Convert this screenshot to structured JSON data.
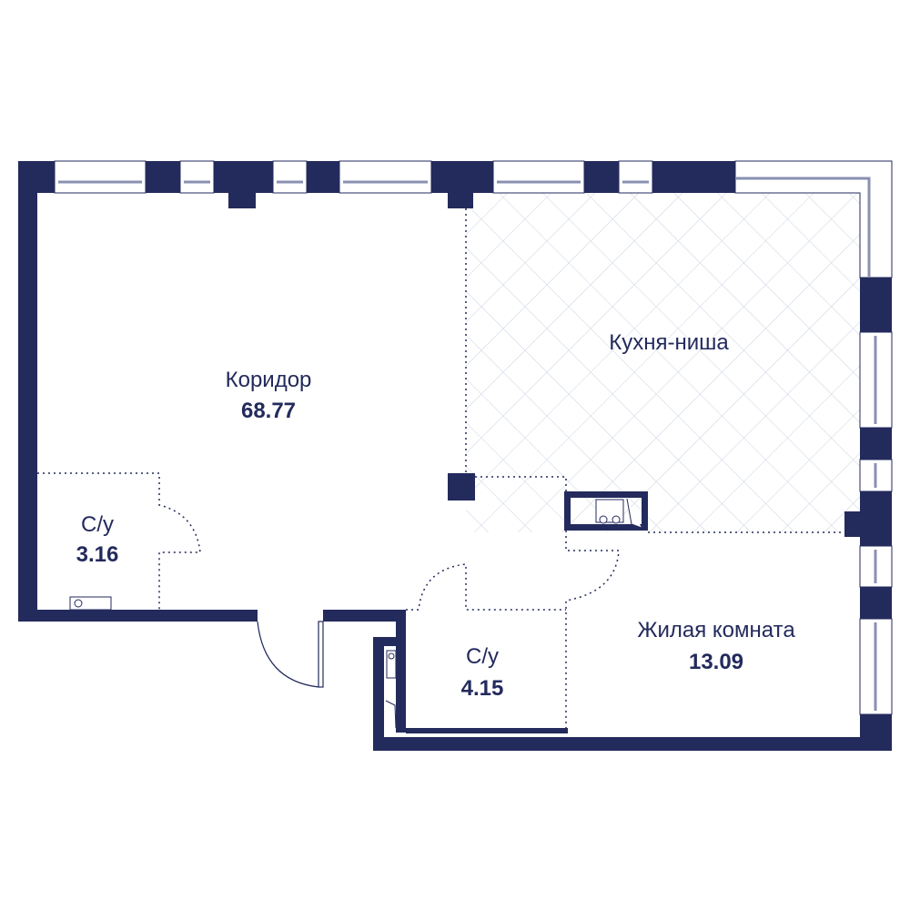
{
  "colors": {
    "wall": "#232a5c",
    "hatch": "#c9d3e0",
    "window": "#8a90b0"
  },
  "rooms": [
    {
      "name": "Коридор",
      "area": "68.77"
    },
    {
      "name": "Кухня-ниша"
    },
    {
      "name": "С/у",
      "area": "3.16"
    },
    {
      "name": "С/у",
      "area": "4.15"
    },
    {
      "name": "Жилая комната",
      "area": "13.09"
    }
  ]
}
